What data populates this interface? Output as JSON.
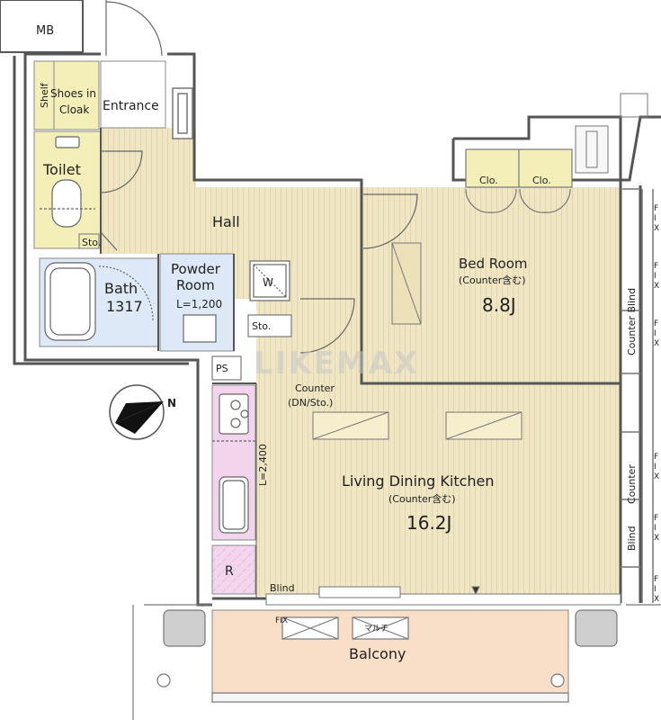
{
  "labels": {
    "mb": "MB",
    "shelf": "Shelf",
    "shoes_line1": "Shoes in",
    "shoes_line2": "Cloak",
    "entrance": "Entrance",
    "toilet": "Toilet",
    "hall": "Hall",
    "sto_toilet": "Sto.",
    "bath_line1": "Bath",
    "bath_line2": "1317",
    "powder_line1": "Powder",
    "powder_line2": "Room",
    "powder_dim": "L=1,200",
    "w": "W",
    "sto_hall": "Sto.",
    "ps": "PS",
    "counter_line1": "Counter",
    "counter_line2": "(DN/Sto.)",
    "bedroom_title": "Bed Room",
    "bedroom_sub": "(Counter含む)",
    "bedroom_size": "8.8J",
    "clo1": "Clo.",
    "clo2": "Clo.",
    "counter_blind_right": "Counter Blind",
    "ldk_title": "Living Dining Kitchen",
    "ldk_sub": "(Counter含む)",
    "ldk_size": "16.2J",
    "counter_right_ldk": "Counter",
    "blind_right_ldk": "Blind",
    "kitchen_dim": "L=2,400",
    "fridge": "R",
    "blind_bottom": "Blind",
    "fix_balcony": "FIX",
    "multi_balcony": "マルチ",
    "balcony": "Balcony",
    "fix_windows": [
      "F",
      "I",
      "X",
      "F",
      "I",
      "X",
      "F",
      "I",
      "X",
      "F",
      "I",
      "X",
      "F",
      "I",
      "X",
      "F",
      "I",
      "X"
    ],
    "compass_n": "N",
    "watermark": "LIKEMAX"
  },
  "colors": {
    "floor": "#f0e6c4",
    "floor_line": "#c9b98a",
    "bath": "#dde9f6",
    "toilet_floor": "#f4efb8",
    "balcony": "#f9dfc8",
    "kitchen": "#f2d4ec",
    "wall": "#6a6a6a",
    "wall_fill": "#ffffff"
  }
}
